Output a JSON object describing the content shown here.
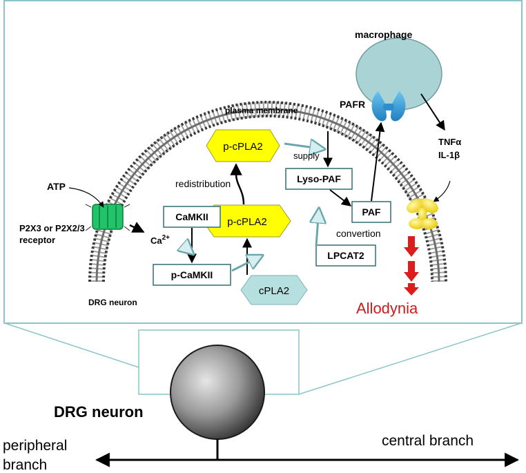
{
  "inset": {
    "labels": {
      "macrophage": "macrophage",
      "plasma_membrane": "plasma membrane",
      "pafr": "PAFR",
      "atp": "ATP",
      "receptor_line1": "P2X3 or P2X2/3",
      "receptor_line2": "receptor",
      "ca": "Ca",
      "ca_sup": "2+",
      "drg_neuron_small": "DRG neuron",
      "tnfa": "TNFα",
      "il1b": "IL-1β",
      "supply": "supply",
      "redistribution": "redistribution",
      "convertion": "convertion",
      "allodynia": "Allodynia"
    },
    "boxes": {
      "camkii": "CaMKII",
      "p_camkii": "p-CaMKII",
      "lyso_paf": "Lyso-PAF",
      "paf": "PAF",
      "lpcat2": "LPCAT2"
    },
    "hexagons": {
      "p_cpla2_top": "p-cPLA2",
      "p_cpla2_mid": "p-cPLA2",
      "cpla2": "cPLA2"
    }
  },
  "overview": {
    "drg_neuron": "DRG neuron",
    "peripheral_line1": "peripheral",
    "peripheral_line2": "branch",
    "central_branch": "central branch"
  },
  "colors": {
    "hex_yellow": "#ffff00",
    "hex_teal": "#b6dfe0",
    "macrophage_fill": "#a9d3d4",
    "allodynia_red": "#cc1a1a",
    "pafr_blue": "#3aa0da",
    "receptor_green": "#22c46a",
    "frame_teal": "#8bc4c6"
  }
}
